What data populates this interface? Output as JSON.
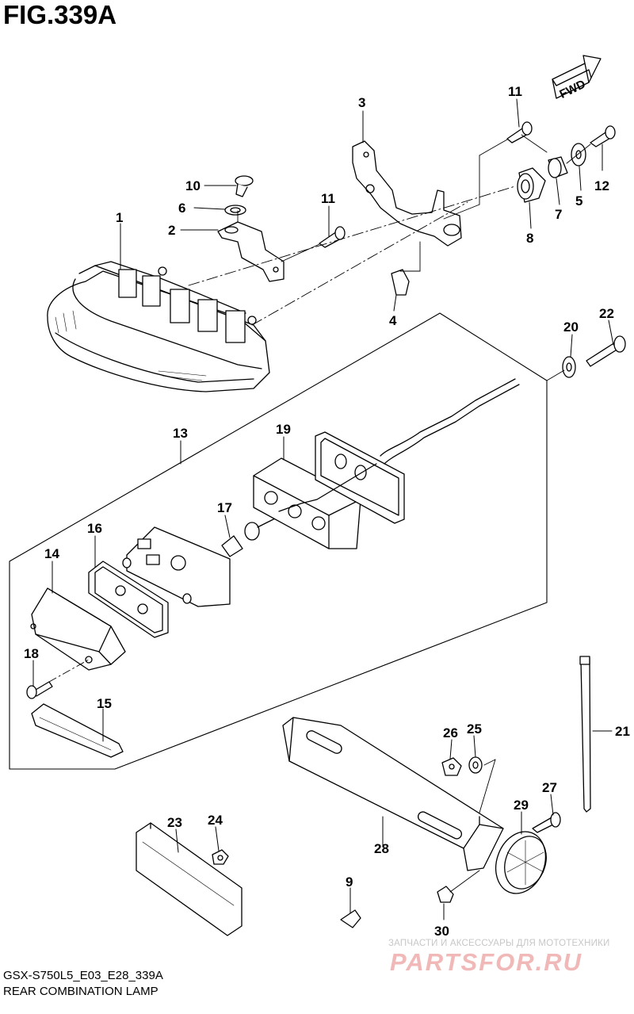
{
  "figure": {
    "title": "FIG.339A",
    "model_code": "GSX-S750L5_E03_E28_339A",
    "name": "REAR COMBINATION LAMP"
  },
  "direction_marker": {
    "label": "FWD"
  },
  "callouts": [
    "1",
    "2",
    "3",
    "4",
    "5",
    "6",
    "7",
    "8",
    "9",
    "10",
    "11",
    "11",
    "12",
    "13",
    "14",
    "15",
    "16",
    "17",
    "18",
    "19",
    "20",
    "21",
    "22",
    "23",
    "24",
    "25",
    "26",
    "27",
    "28",
    "29",
    "30"
  ],
  "watermark": {
    "line1": "ЗАПЧАСТИ И АКСЕССУАРЫ ДЛЯ МОТОТЕХНИКИ",
    "logo": "PARTSFOR.RU"
  }
}
